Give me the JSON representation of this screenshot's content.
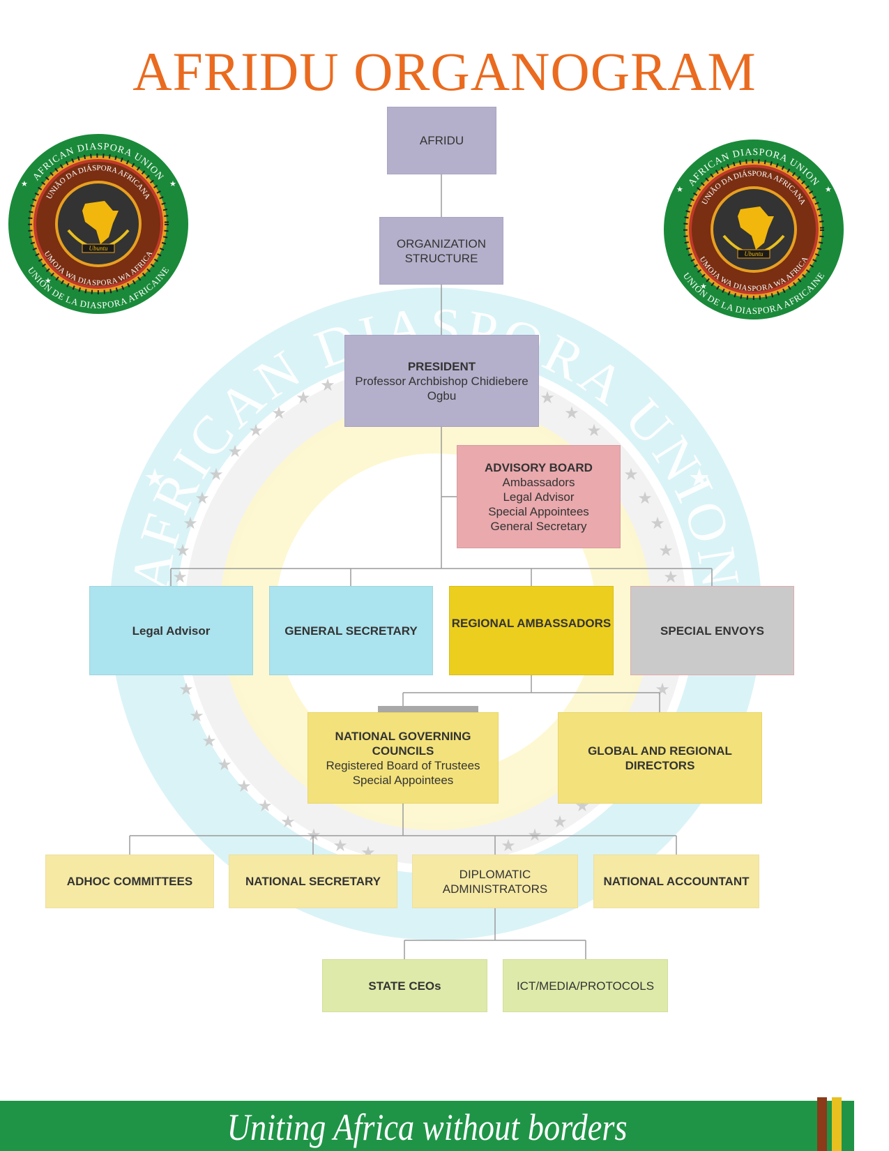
{
  "title": "AFRIDU ORGANOGRAM",
  "seal": {
    "outer_text_top": "AFRICAN DIASPORA UNION",
    "outer_text_bottom": "UNION DE LA DIASPORA AFRICAINE",
    "inner_text_top": "UNIÃO DA DIÁSPORA AFRICANA",
    "inner_text_bottom": "UMOJA WA DIASPORA WA AFRICA",
    "banner": "Ubuntu",
    "colors": {
      "green": "#1a8a3a",
      "orange": "#e8a020",
      "red": "#c0392b",
      "brown": "#7a2e12",
      "dark": "#333333",
      "africa": "#f2b70d"
    }
  },
  "nodes": {
    "afridu": {
      "title": "AFRIDU"
    },
    "org_structure": {
      "title_1": "ORGANIZATION",
      "title_2": "STRUCTURE"
    },
    "president": {
      "title": "PRESIDENT",
      "name": "Professor Archbishop Chidiebere Ogbu"
    },
    "advisory_board": {
      "title": "ADVISORY BOARD",
      "items": [
        "Ambassadors",
        "Legal Advisor",
        "Special Appointees",
        "General Secretary"
      ]
    },
    "legal_advisor": {
      "title": "Legal Advisor"
    },
    "general_secretary": {
      "title": "GENERAL SECRETARY"
    },
    "regional_ambassadors": {
      "title": "REGIONAL AMBASSADORS"
    },
    "special_envoys": {
      "title": "SPECIAL ENVOYS"
    },
    "national_councils": {
      "title": "NATIONAL GOVERNING COUNCILS",
      "items": [
        "Registered Board of Trustees",
        "Special Appointees"
      ]
    },
    "global_directors": {
      "title": "GLOBAL AND REGIONAL DIRECTORS"
    },
    "adhoc": {
      "title": "ADHOC COMMITTEES"
    },
    "national_secretary": {
      "title": "NATIONAL SECRETARY"
    },
    "diplomatic_admin": {
      "title_1": "DIPLOMATIC",
      "title_2": "ADMINISTRATORS"
    },
    "national_accountant": {
      "title": "NATIONAL ACCOUNTANT"
    },
    "state_ceos": {
      "title": "STATE CEOs"
    },
    "ict": {
      "title": "ICT/MEDIA/PROTOCOLS"
    }
  },
  "footer": {
    "tagline": "Uniting Africa without borders",
    "stripe_colors": [
      "#8b3a1a",
      "#e8c020"
    ]
  },
  "colors": {
    "title": "#ea6b1f",
    "connector": "#9a9a9a"
  }
}
